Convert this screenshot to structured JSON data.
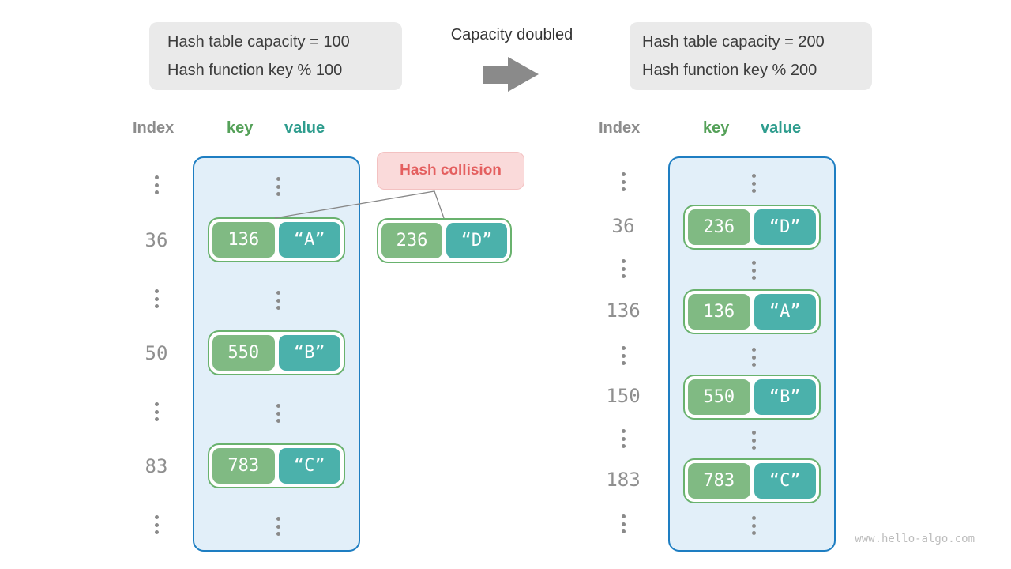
{
  "header": {
    "left_box": {
      "line1": "Hash table capacity = 100",
      "line2": "Hash function key % 100"
    },
    "transition": {
      "label": "Capacity doubled",
      "arrow_icon": "right-arrow"
    },
    "right_box": {
      "line1": "Hash table capacity = 200",
      "line2": "Hash function key % 200"
    }
  },
  "columns": {
    "index": "Index",
    "key": "key",
    "value": "value"
  },
  "collision": {
    "badge_label": "Hash collision",
    "pair": {
      "key": "236",
      "value": "“D”"
    }
  },
  "left_table": {
    "indices": [
      "36",
      "50",
      "83"
    ],
    "pairs": [
      {
        "key": "136",
        "value": "“A”"
      },
      {
        "key": "550",
        "value": "“B”"
      },
      {
        "key": "783",
        "value": "“C”"
      }
    ]
  },
  "right_table": {
    "indices": [
      "36",
      "136",
      "150",
      "183"
    ],
    "pairs": [
      {
        "key": "236",
        "value": "“D”"
      },
      {
        "key": "136",
        "value": "“A”"
      },
      {
        "key": "550",
        "value": "“B”"
      },
      {
        "key": "783",
        "value": "“C”"
      }
    ]
  },
  "watermark": "www.hello-algo.com",
  "colors": {
    "bucket_fill": "#e2eff9",
    "bucket_border": "#1e7ec2",
    "key_pill": "#80ba83",
    "value_pill": "#4bb1ab",
    "pair_border": "#69b26e",
    "collision_bg": "#fadada",
    "collision_text": "#e45f5f",
    "arrow_gray": "#8a8a8a",
    "infobox_bg": "#eaeaea"
  }
}
